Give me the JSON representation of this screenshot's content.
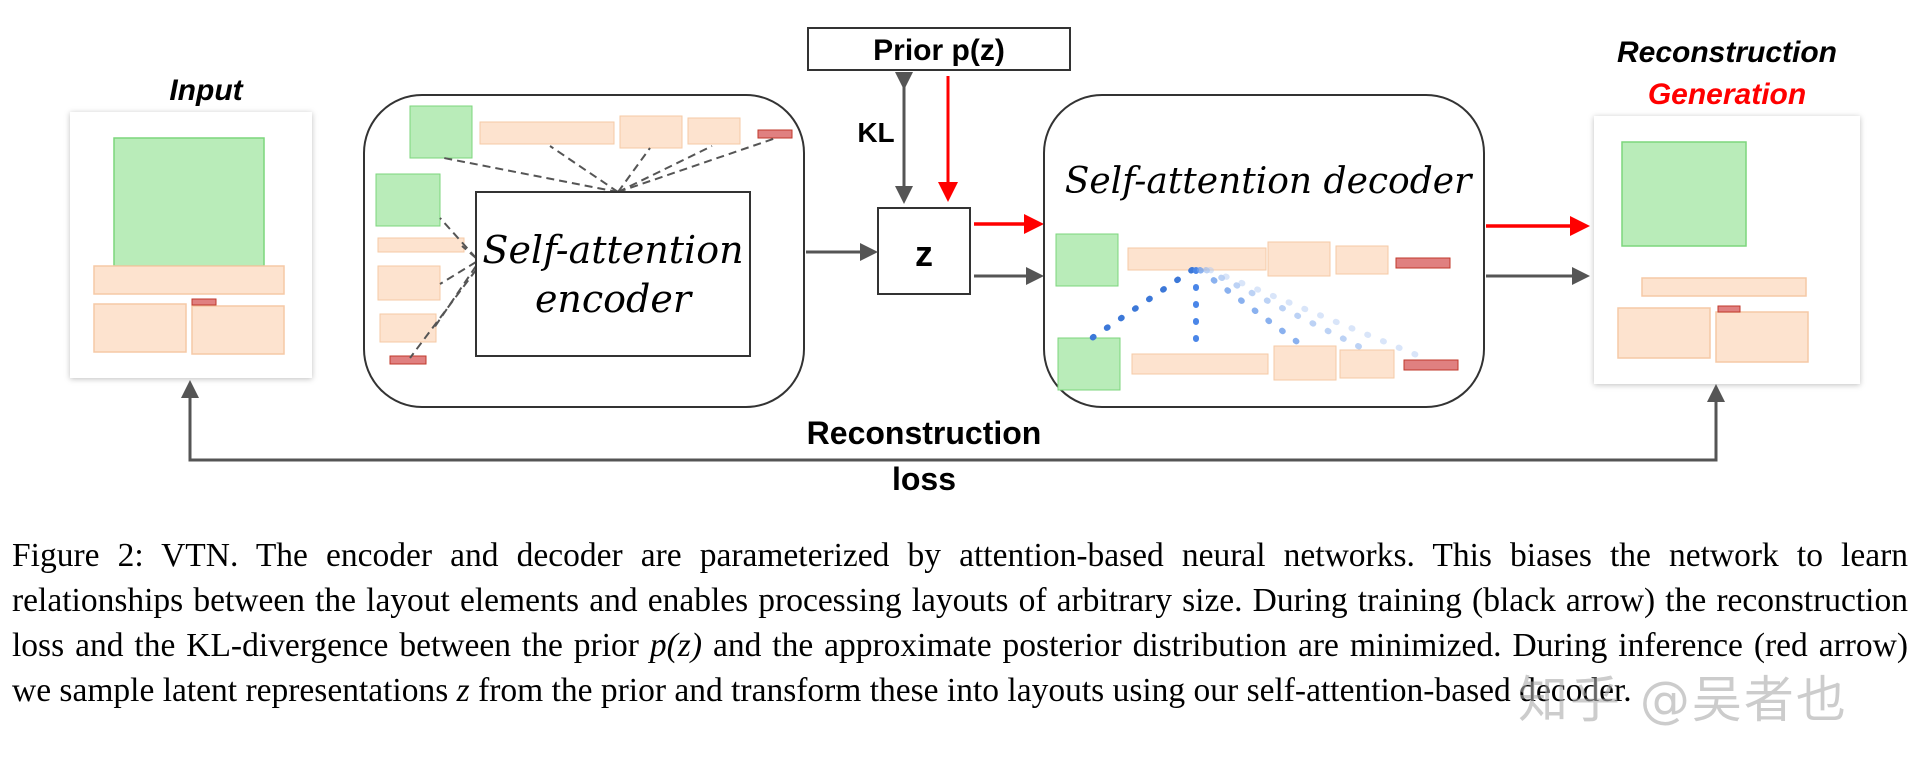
{
  "figure": {
    "input_title": "Input",
    "output_title_1": "Reconstruction",
    "output_title_2": "Generation",
    "prior_label": "Prior p(z)",
    "kl_label": "KL",
    "z_label": "z",
    "encoder_label_1": "Self-attention",
    "encoder_label_2": "encoder",
    "decoder_label": "Self-attention decoder",
    "loss_label_1": "Reconstruction",
    "loss_label_2": "loss",
    "colors": {
      "figure_box": "#9be59b",
      "text_box": "#fde3cf",
      "text_box_border": "#f5c9a5",
      "button_box": "#d9534f",
      "red_arrow": "#ff0000",
      "gray_arrow": "#555555",
      "attention_dots": "#4a86e8"
    }
  },
  "caption": {
    "p1": "Figure 2: VTN. The encoder and decoder are parameterized by attention-based neural networks. This biases the network to learn relationships between the layout elements and enables processing layouts of arbitrary size. During training (black arrow) the reconstruction loss and the KL-divergence between the prior ",
    "m1": "p(z)",
    "p2": " and the approximate posterior distribution are minimized. During inference (red arrow) we sample latent representations ",
    "m2": "z",
    "p3": " from the prior and transform these into layouts using our self-attention-based decoder."
  },
  "watermark": "知乎 @吴者也"
}
